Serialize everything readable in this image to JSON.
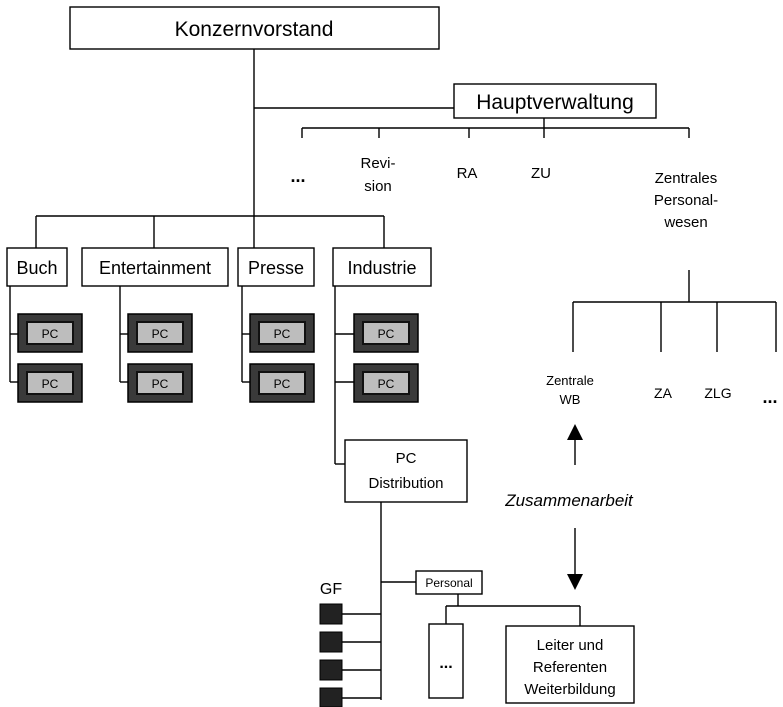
{
  "top": {
    "title": "Konzernvorstand"
  },
  "hq": {
    "title": "Hauptverwaltung",
    "departments": [
      "...",
      "Revi-",
      "sion",
      "RA",
      "ZU",
      "Zentrales",
      "Personal-",
      "wesen"
    ]
  },
  "divisions": [
    "Buch",
    "Entertainment",
    "Presse",
    "Industrie"
  ],
  "pc_label": "PC",
  "pc_distribution": [
    "PC",
    "Distribution"
  ],
  "personnel_sub": {
    "zentrale_wb": [
      "Zentrale",
      "WB"
    ],
    "za": "ZA",
    "zlg": "ZLG",
    "more": "..."
  },
  "cooperation": "Zusammenarbeit",
  "gf_label": "GF",
  "personal_box": "Personal",
  "dots_box": "...",
  "leiter_box": [
    "Leiter und",
    "Referenten",
    "Weiterbildung"
  ]
}
